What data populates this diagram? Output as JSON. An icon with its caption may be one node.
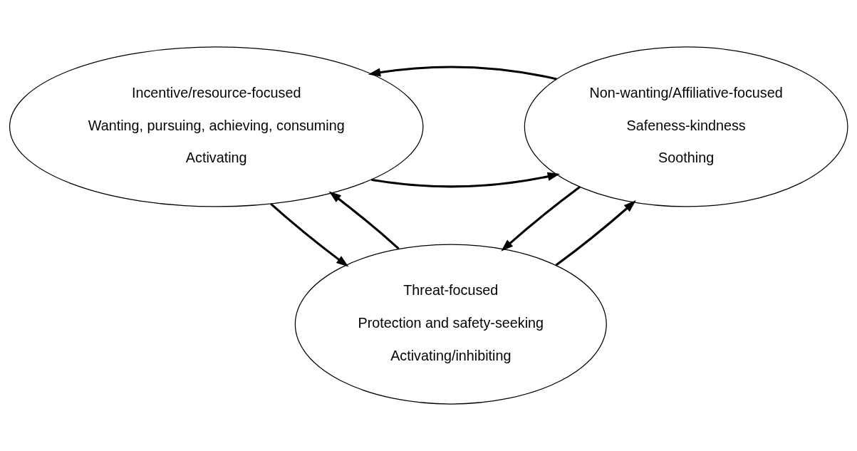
{
  "diagram": {
    "nodes": [
      {
        "text": [
          "Incentive/resource-focused",
          "Wanting, pursuing, achieving, consuming",
          "Activating"
        ]
      },
      {
        "text": [
          "Non-wanting/Affiliative-focused",
          "Safeness-kindness",
          "Soothing"
        ]
      },
      {
        "text": [
          "Threat-focused",
          "Protection and safety-seeking",
          "Activating/inhibiting"
        ]
      }
    ],
    "edges": [
      {
        "from": 0,
        "to": 1,
        "arrow": "to"
      },
      {
        "from": 1,
        "to": 0,
        "arrow": "to"
      },
      {
        "from": 0,
        "to": 2,
        "arrow": "to"
      },
      {
        "from": 2,
        "to": 0,
        "arrow": "to"
      },
      {
        "from": 2,
        "to": 1,
        "arrow": "to"
      },
      {
        "from": 1,
        "to": 2,
        "arrow": "to"
      }
    ]
  }
}
